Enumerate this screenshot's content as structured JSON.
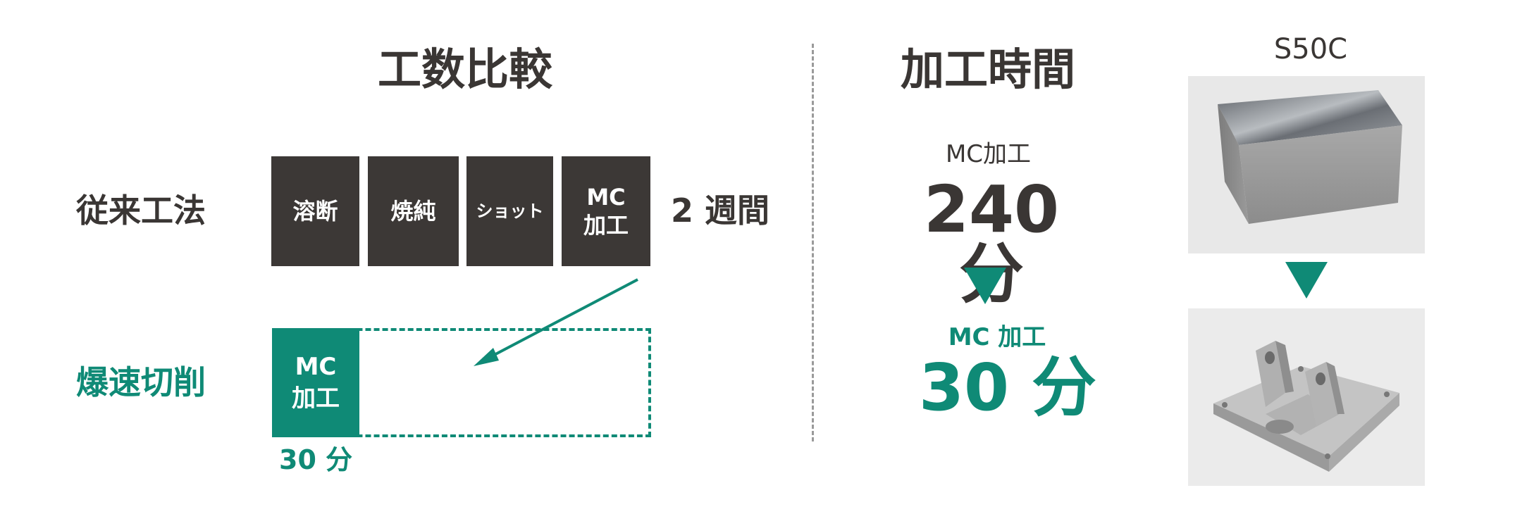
{
  "left": {
    "title": "工数比較",
    "conventional": {
      "label": "従来工法",
      "steps": [
        "溶断",
        "焼純",
        "ショット",
        "MC\n加工"
      ],
      "duration": "2 週間"
    },
    "rapid": {
      "label": "爆速切削",
      "step_line1": "MC",
      "step_line2": "加工",
      "duration": "30 分"
    }
  },
  "right": {
    "title": "加工時間",
    "before": {
      "label": "MC加工",
      "value": "240 分"
    },
    "after": {
      "label": "MC 加工",
      "value": "30 分"
    },
    "material": "S50C"
  },
  "colors": {
    "dark": "#3c3836",
    "green": "#0f8a76",
    "text": "#3a3634"
  }
}
